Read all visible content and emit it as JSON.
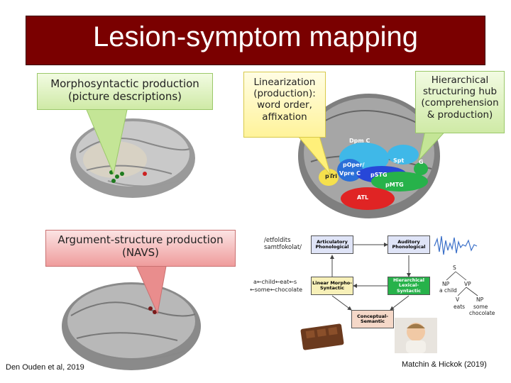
{
  "title": "Lesion-symptom mapping",
  "callouts": {
    "morpho": "Morphosyntactic production (picture descriptions)",
    "argument": "Argument-structure production (NAVS)",
    "linearization": "Linearization (production): word order, affixation",
    "hierarchical": "Hierarchical structuring hub (comprehension & production)"
  },
  "citations": {
    "left": "Den Ouden et al, 2019",
    "right": "Matchin & Hickok (2019)"
  },
  "brain_regions": {
    "dpmc": "Dpm C",
    "spt": "Spt",
    "poper": "pOper/",
    "vprec": "Vpre C",
    "ptri": "pTri",
    "pstg": "pSTG",
    "pmtg": "pMTG",
    "atl": "ATL",
    "g": "G"
  },
  "flow": {
    "phonetic": "/etfoldits samtfokolat/",
    "articulatory": "Articulatory Phonological",
    "auditory": "Auditory Phonological",
    "linear": "Linear Morpho-Syntactic",
    "hierarchical": "Hierarchical Lexical-Syntactic",
    "conceptual": "Conceptual-Semantic",
    "linear_string_1": "a←child←eat←s",
    "linear_string_2": "←some←chocolate"
  },
  "tree": {
    "s": "S",
    "np": "NP",
    "a_child": "a child",
    "vp": "VP",
    "v": "V",
    "eats": "eats",
    "np2": "NP",
    "some": "some",
    "chocolate": "chocolate"
  },
  "colors": {
    "title_bg": "#7a0000",
    "green_region": "#27b24a",
    "blue_region": "#2747d8",
    "red_region": "#e02424",
    "yellow_region": "#f5e04c",
    "cyan_region": "#3fb8e8"
  }
}
